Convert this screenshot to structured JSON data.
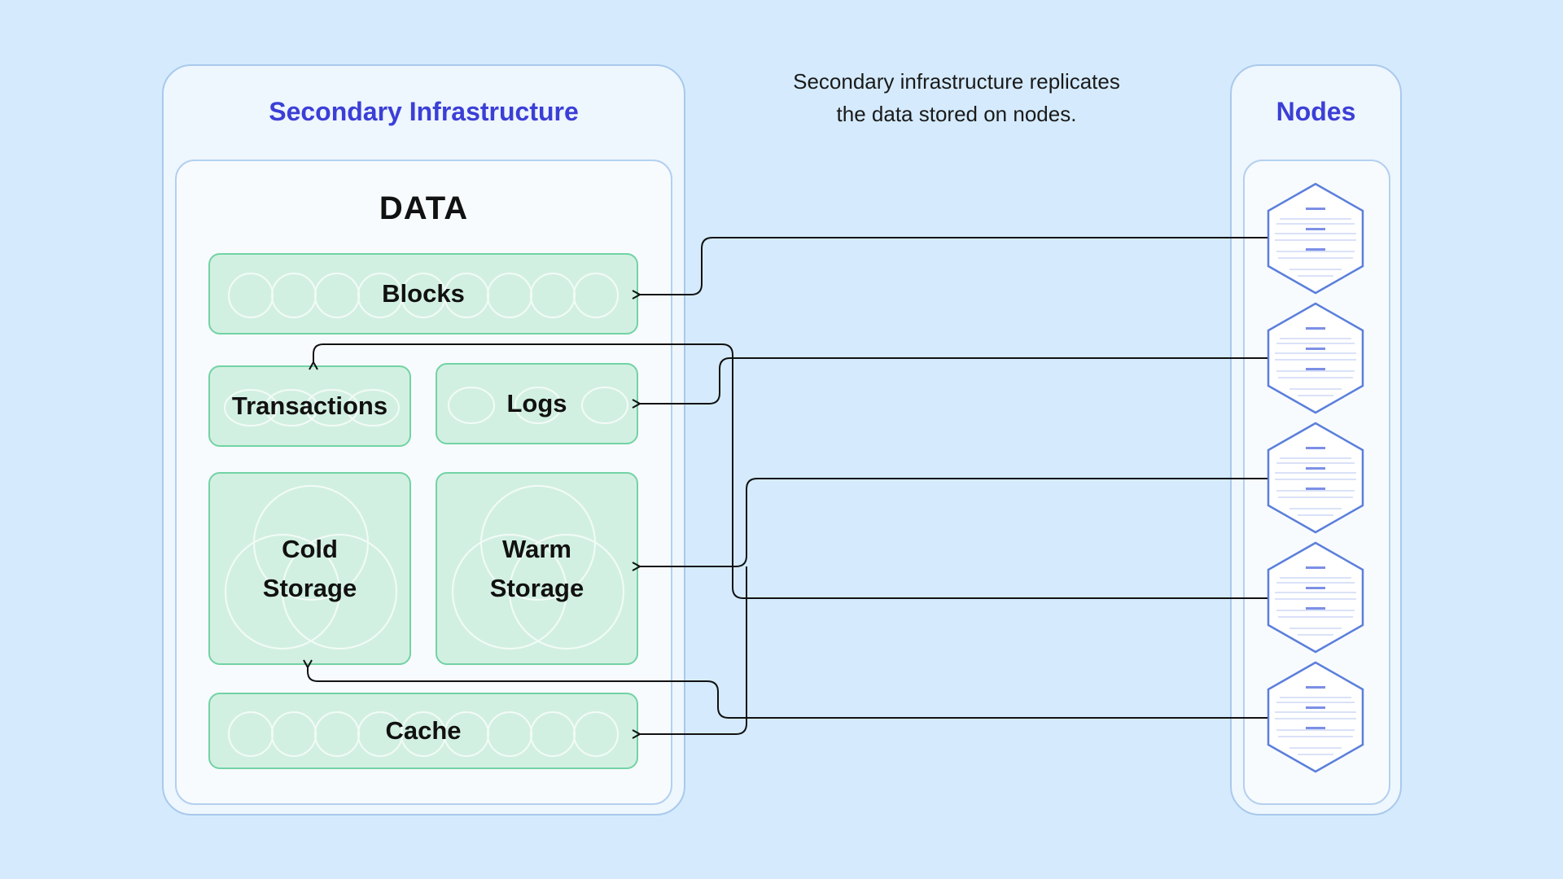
{
  "caption": {
    "line1": "Secondary infrastructure replicates",
    "line2": "the data stored on nodes."
  },
  "secondary": {
    "title": "Secondary Infrastructure",
    "data_title": "DATA",
    "boxes": {
      "blocks": "Blocks",
      "transactions": "Transactions",
      "logs": "Logs",
      "cold_line1": "Cold",
      "cold_line2": "Storage",
      "warm_line1": "Warm",
      "warm_line2": "Storage",
      "cache": "Cache"
    }
  },
  "nodes": {
    "title": "Nodes",
    "count": 5
  },
  "colors": {
    "background": "#d5ebfd",
    "title_blue": "#3b3fd6",
    "box_fill": "#d2f0e2",
    "box_border": "#72d3a4",
    "node_outline": "#5b7fdb",
    "connector": "#111111"
  }
}
